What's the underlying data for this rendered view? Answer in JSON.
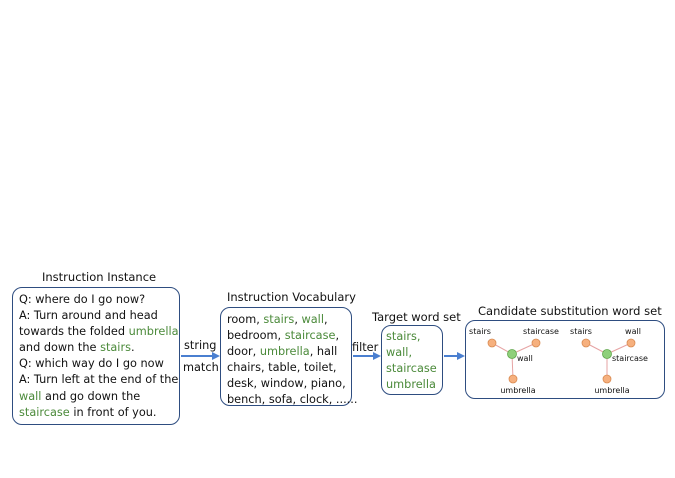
{
  "instance": {
    "title": "Instruction Instance",
    "lines": [
      [
        {
          "t": "Q: where do I go now?",
          "hl": false
        }
      ],
      [
        {
          "t": "A: Turn around and head",
          "hl": false
        }
      ],
      [
        {
          "t": "towards the folded ",
          "hl": false
        },
        {
          "t": "umbrella",
          "hl": true
        }
      ],
      [
        {
          "t": "and down the ",
          "hl": false
        },
        {
          "t": "stairs",
          "hl": true
        },
        {
          "t": ".",
          "hl": false
        }
      ],
      [
        {
          "t": "Q: which way do I go now",
          "hl": false
        }
      ],
      [
        {
          "t": "A: Turn left at the end of the",
          "hl": false
        }
      ],
      [
        {
          "t": "wall",
          "hl": true
        },
        {
          "t": " and go down the",
          "hl": false
        }
      ],
      [
        {
          "t": "staircase",
          "hl": true
        },
        {
          "t": " in front of you.",
          "hl": false
        }
      ]
    ]
  },
  "arrow1": {
    "top": "string",
    "bottom": "match"
  },
  "vocab": {
    "title": "Instruction Vocabulary",
    "lines": [
      [
        {
          "t": "room, ",
          "hl": false
        },
        {
          "t": "stairs",
          "hl": true
        },
        {
          "t": ", ",
          "hl": false
        },
        {
          "t": "wall",
          "hl": true
        },
        {
          "t": ",",
          "hl": false
        }
      ],
      [
        {
          "t": "bedroom, ",
          "hl": false
        },
        {
          "t": "staircase",
          "hl": true
        },
        {
          "t": ",",
          "hl": false
        }
      ],
      [
        {
          "t": "door, ",
          "hl": false
        },
        {
          "t": "umbrella",
          "hl": true
        },
        {
          "t": ", hall",
          "hl": false
        }
      ],
      [
        {
          "t": "chairs, table, toilet,",
          "hl": false
        }
      ],
      [
        {
          "t": "desk, window, piano,",
          "hl": false
        }
      ],
      [
        {
          "t": "bench, sofa, clock, ......",
          "hl": false
        }
      ]
    ]
  },
  "arrow2": {
    "label": "filter"
  },
  "target": {
    "title": "Target word set",
    "lines": [
      [
        {
          "t": "stairs,",
          "hl": true
        }
      ],
      [
        {
          "t": "wall,",
          "hl": true
        }
      ],
      [
        {
          "t": "staircase",
          "hl": true
        }
      ],
      [
        {
          "t": "umbrella",
          "hl": true
        }
      ]
    ]
  },
  "candidate": {
    "title": "Candidate substitution word set",
    "graphs": [
      {
        "center": "wall",
        "leaves": [
          "stairs",
          "staircase",
          "umbrella"
        ]
      },
      {
        "center": "staircase",
        "leaves": [
          "stairs",
          "wall",
          "umbrella"
        ]
      }
    ]
  },
  "colors": {
    "highlight": "#4b8a3a",
    "box_border": "#2e4d80",
    "arrow": "#4a7fd0",
    "center_node": "#8fd07a",
    "leaf_node": "#f6b07e"
  }
}
